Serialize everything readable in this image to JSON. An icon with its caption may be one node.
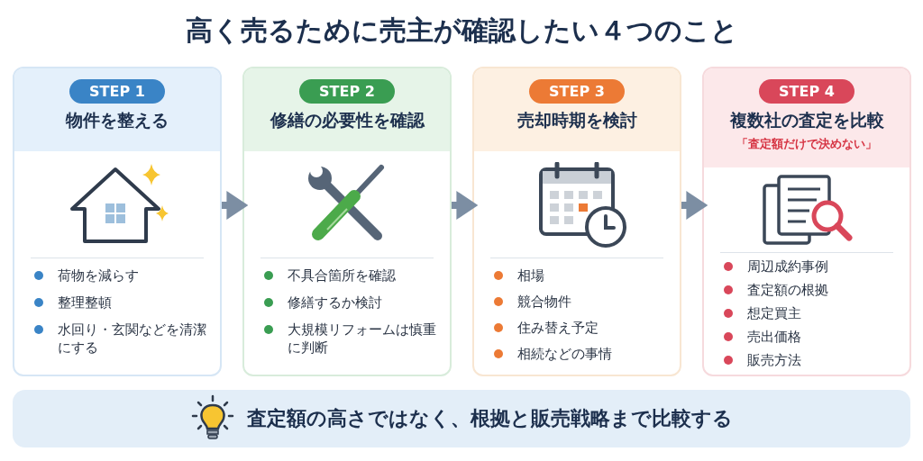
{
  "diagram": {
    "title": "高く売るために売主が確認したい４つのこと",
    "nodes": [
      {
        "text": [
          "STEP 1",
          "物件を整える",
          "荷物を減らす",
          "整理整頓",
          "水回り・玄関などを清潔にする"
        ]
      },
      {
        "text": [
          "STEP 2",
          "修繕の必要性を確認",
          "不具合箇所を確認",
          "修繕するか検討",
          "大規模リフォームは慎重に判断"
        ]
      },
      {
        "text": [
          "STEP 3",
          "売却時期を検討",
          "相場",
          "競合物件",
          "住み替え予定",
          "相続などの事情"
        ]
      },
      {
        "text": [
          "STEP 4",
          "複数社の査定を比較",
          "「査定額だけで決めない」",
          "周辺成約事例",
          "査定額の根拠",
          "想定買主",
          "売出価格",
          "販売方法"
        ]
      },
      {
        "text": [
          "査定額の高さではなく、根拠と販売戦略まで比較する"
        ]
      }
    ],
    "edges": [
      {
        "from": 0,
        "to": 1,
        "arrow": "to"
      },
      {
        "from": 1,
        "to": 2,
        "arrow": "to"
      },
      {
        "from": 2,
        "to": 3,
        "arrow": "to"
      }
    ]
  }
}
